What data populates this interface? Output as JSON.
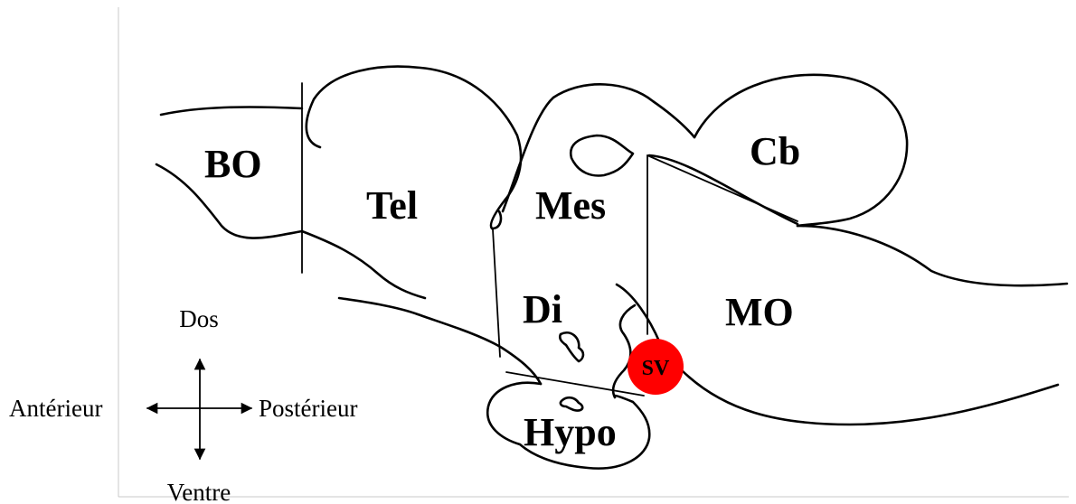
{
  "regions": {
    "bo": "BO",
    "tel": "Tel",
    "mes": "Mes",
    "cb": "Cb",
    "di": "Di",
    "mo": "MO",
    "hypo": "Hypo",
    "sv": "SV"
  },
  "orientation": {
    "dorsal": "Dos",
    "ventral": "Ventre",
    "anterior": "Antérieur",
    "posterior": "Postérieur"
  },
  "colors": {
    "sv_fill": "#ff0000",
    "outline": "#000000",
    "frame": "#c8c8c8"
  }
}
